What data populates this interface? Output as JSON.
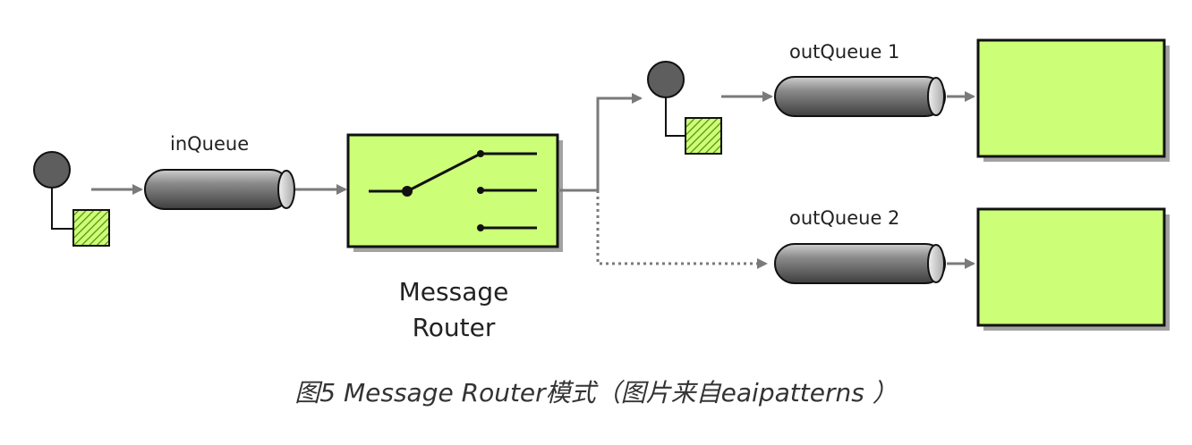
{
  "labels": {
    "in_queue": "inQueue",
    "out_queue_1": "outQueue 1",
    "out_queue_2": "outQueue 2",
    "router_line1": "Message",
    "router_line2": "Router"
  },
  "caption": "图5 Message Router模式（图片来自eaipatterns ）",
  "colors": {
    "component_fill": "#ccff77",
    "component_stroke": "#111111",
    "arrow": "#7a7a7a",
    "queue_dark": "#555555",
    "queue_light": "#d8d8d8",
    "endpoint_circle": "#5e5e5e"
  }
}
